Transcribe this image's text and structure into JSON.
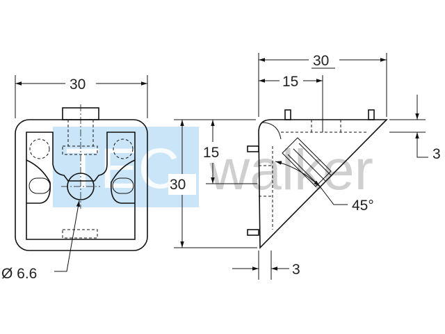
{
  "colors": {
    "line": "#111111",
    "watermark_box": "#b9dcf5",
    "watermark_text": "#cfcfcf",
    "background": "#ffffff"
  },
  "watermark": {
    "text": "walker",
    "logo_alt": "TEC"
  },
  "front_view": {
    "width_dim": "30",
    "hole_dim": "Ø 6.6"
  },
  "side_view": {
    "top_width_dim": "30",
    "half_width_dim": "15",
    "half_height_dim": "15",
    "height_dim": "30",
    "angle_dim": "45°",
    "top_offset_dim": "3",
    "bottom_offset_dim": "3"
  }
}
